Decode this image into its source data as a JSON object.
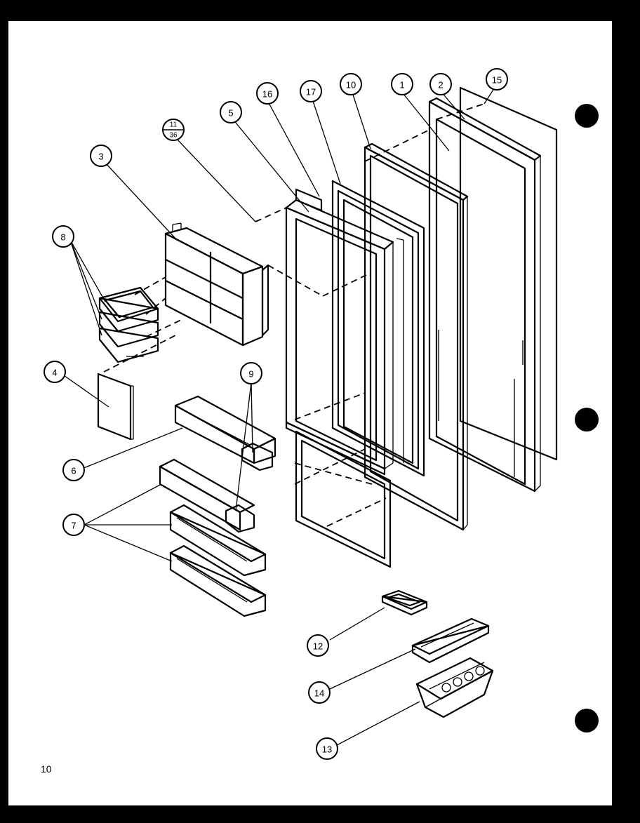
{
  "page_number": "10",
  "callouts": [
    {
      "id": "c1",
      "label": "1"
    },
    {
      "id": "c2",
      "label": "2"
    },
    {
      "id": "c3",
      "label": "3"
    },
    {
      "id": "c4",
      "label": "4"
    },
    {
      "id": "c5",
      "label": "5"
    },
    {
      "id": "c6",
      "label": "6"
    },
    {
      "id": "c7",
      "label": "7"
    },
    {
      "id": "c8",
      "label": "8"
    },
    {
      "id": "c9",
      "label": "9"
    },
    {
      "id": "c10",
      "label": "10"
    },
    {
      "id": "c11",
      "label": "11",
      "label2": "36"
    },
    {
      "id": "c12",
      "label": "12"
    },
    {
      "id": "c13",
      "label": "13"
    },
    {
      "id": "c14",
      "label": "14"
    },
    {
      "id": "c15",
      "label": "15"
    },
    {
      "id": "c16",
      "label": "16"
    },
    {
      "id": "c17",
      "label": "17"
    }
  ]
}
